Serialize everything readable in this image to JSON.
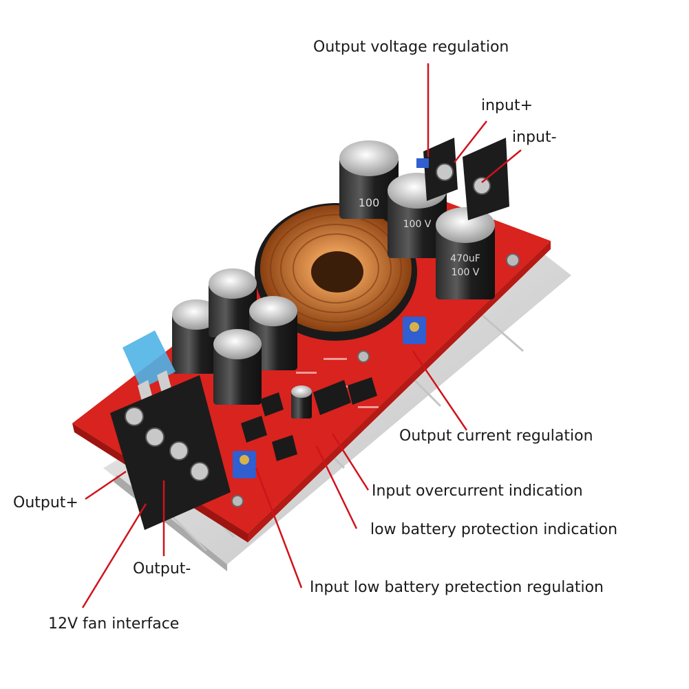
{
  "labels": {
    "output_voltage_regulation": "Output voltage regulation",
    "input_plus": "input+",
    "input_minus": "input-",
    "output_current_regulation": "Output current regulation",
    "input_overcurrent_indication": "Input overcurrent indication",
    "low_battery_protection_indication": "low battery protection indication",
    "input_low_battery_protection_regulation": "Input low battery pretection regulation",
    "output_plus": "Output+",
    "output_minus": "Output-",
    "fan_interface": "12V fan interface"
  },
  "capacitor_markings": {
    "large_cap": "470uF",
    "large_cap_voltage": "100 V"
  },
  "colors": {
    "pcb": "#d8231e",
    "leader_line": "#d0121b",
    "heatsink": "#dcdcdc",
    "copper": "#c8702e"
  }
}
